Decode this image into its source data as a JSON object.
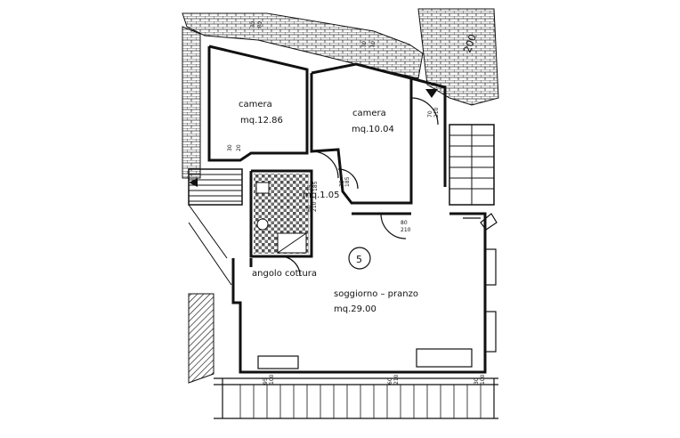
{
  "rooms": {
    "camera_left": {
      "name": "camera",
      "area": "mq.12.86"
    },
    "camera_right": {
      "name": "camera",
      "area": "mq.10.04"
    },
    "bath": {
      "area": "mq.1.05"
    },
    "angolo_cottura": {
      "name": "angolo cottura"
    },
    "soggiorno": {
      "name": "soggiorno – pranzo",
      "area": "mq.29.00"
    }
  },
  "unit_number": "5",
  "top_dimension": "200",
  "dimensions": {
    "d1": "30",
    "d2": "80",
    "d3": "30",
    "d4": "10",
    "d5": "30",
    "d6": "20",
    "d7": "75",
    "d8": "185",
    "d9": "75",
    "d10": "185",
    "d11": "60",
    "d12": "210",
    "d13": "70",
    "d14": "210",
    "d15": "80",
    "d16": "210",
    "d17": "95",
    "d18": "100",
    "d19": "60",
    "d20": "210",
    "d21": "30",
    "d22": "100"
  }
}
